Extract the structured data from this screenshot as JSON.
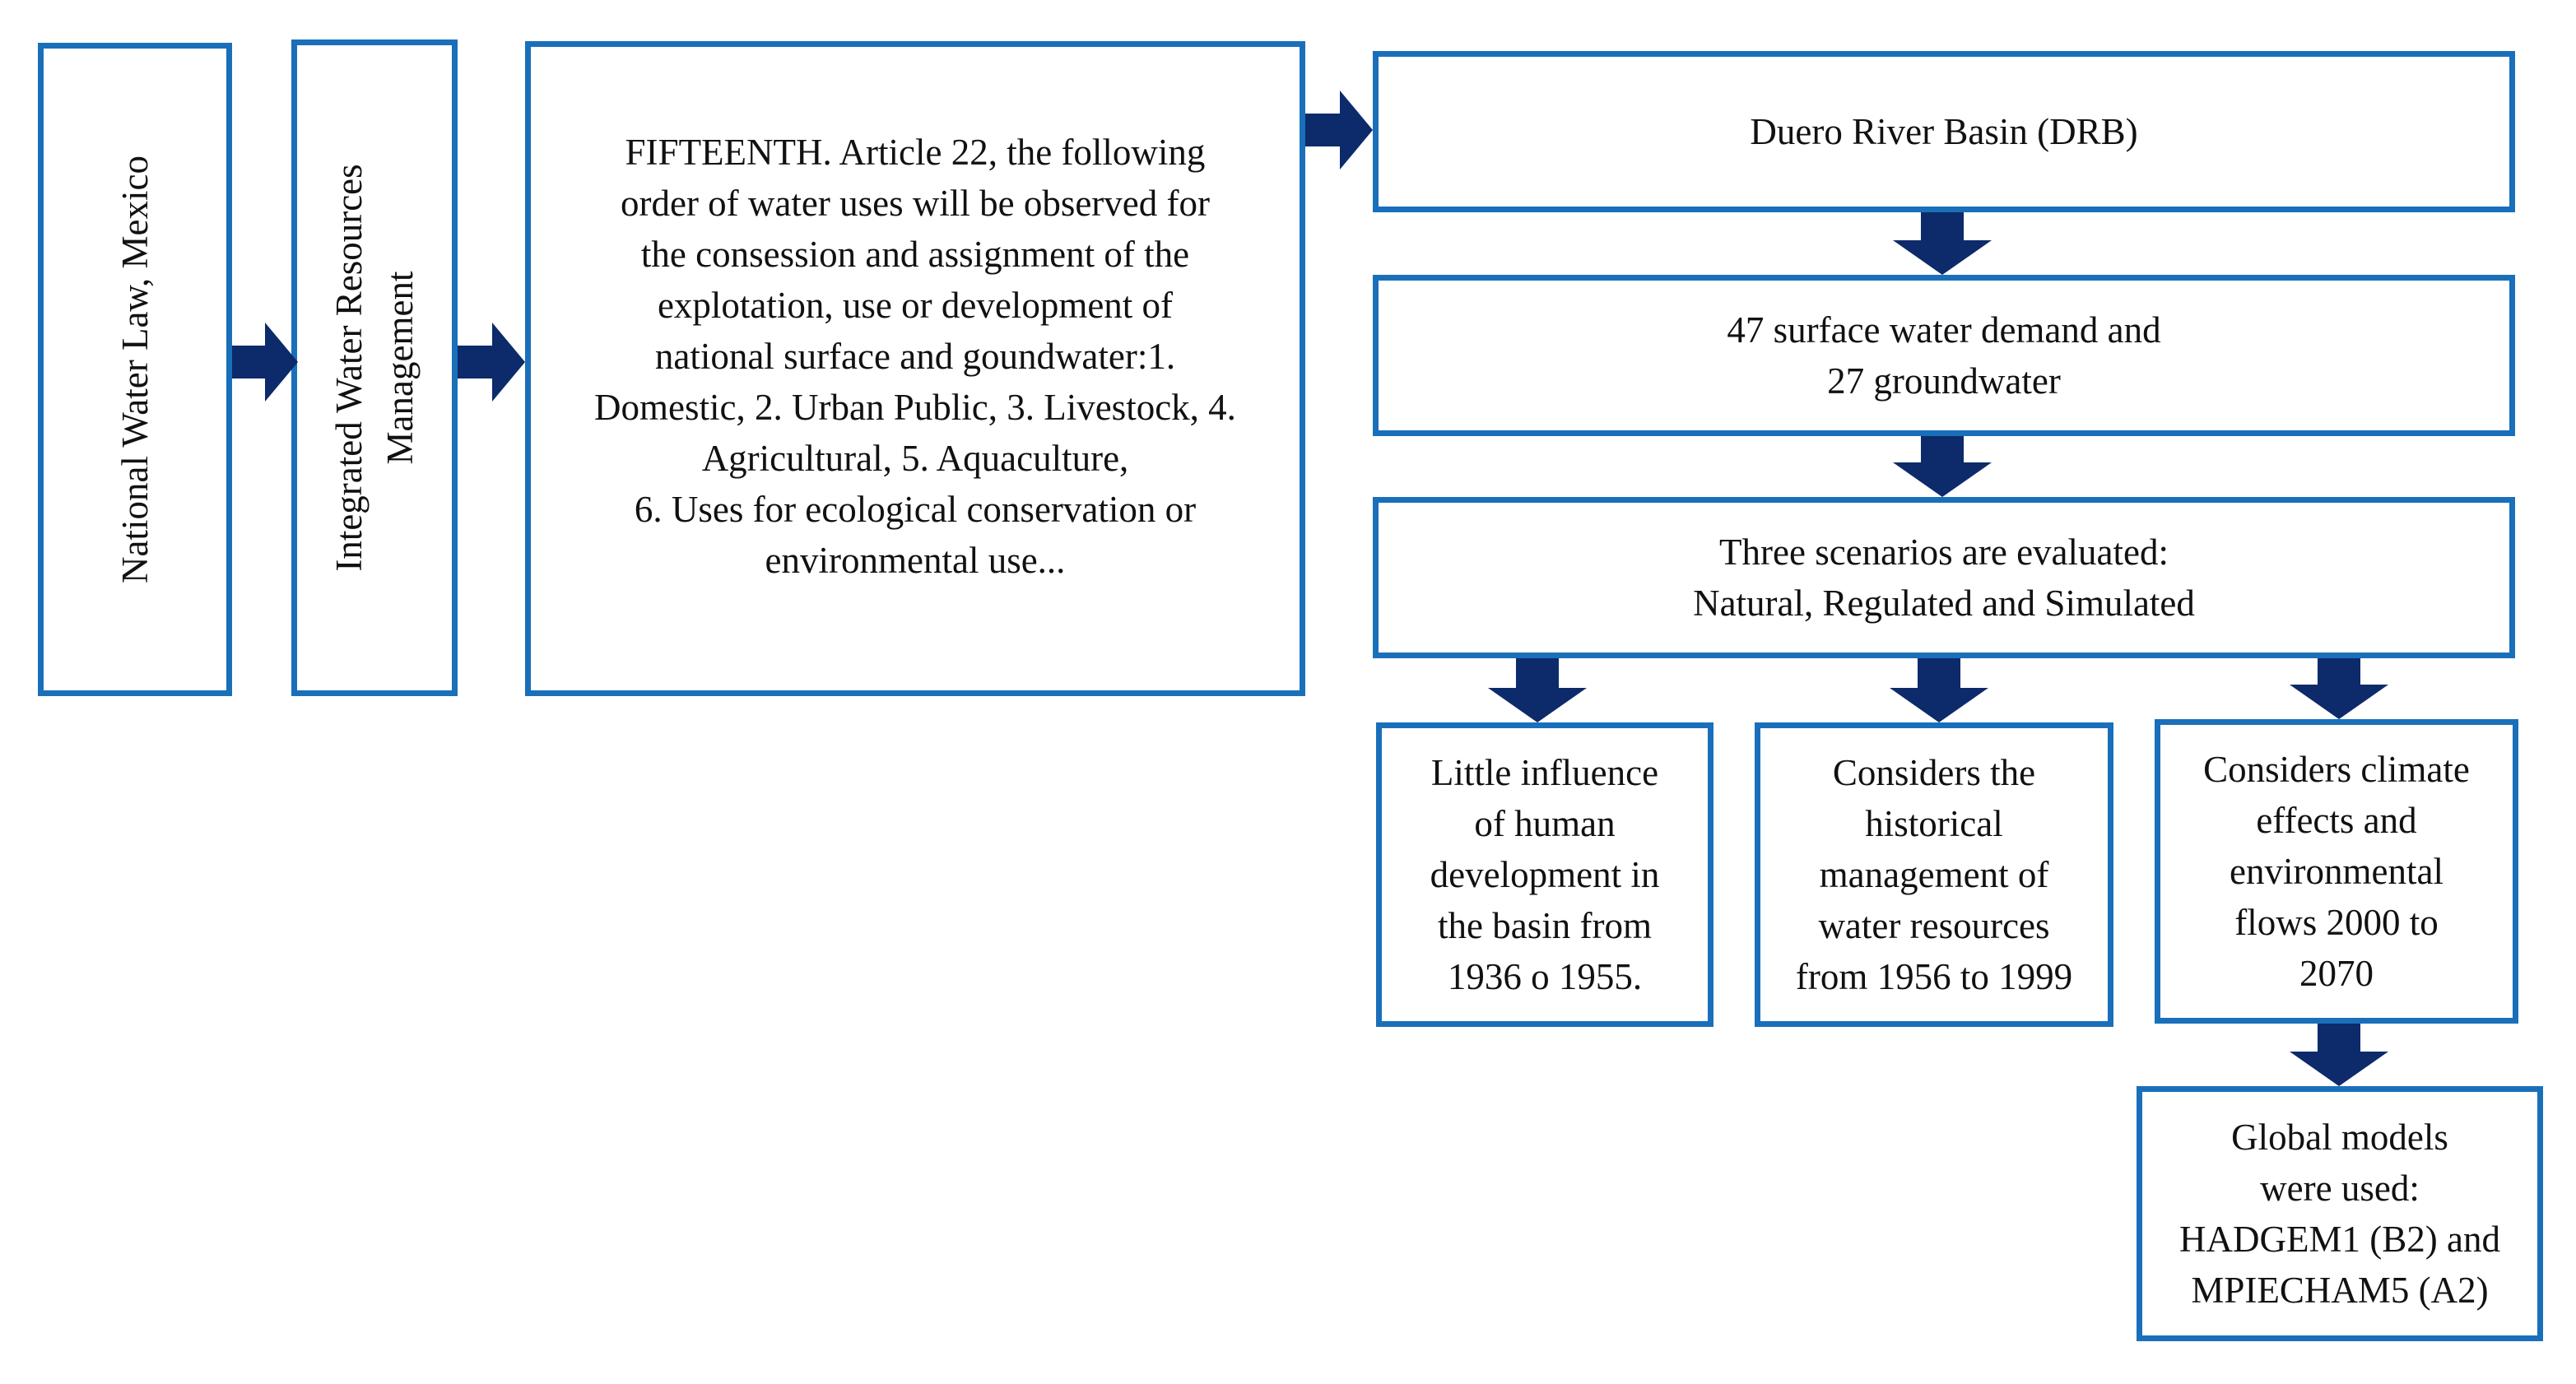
{
  "colors": {
    "box_border": "#1a6fba",
    "arrow_fill": "#0d2a6b",
    "text": "#111111",
    "background": "#ffffff"
  },
  "boxes": {
    "national_water_law": "National Water Law, Mexico",
    "iwrm": "Integrated Water Resources\nManagement",
    "fifteenth_article": "FIFTEENTH. Article 22, the following\norder of water uses will be observed for\nthe consession and assignment of the\nexplotation, use or development of\nnational surface and goundwater:1.\nDomestic, 2. Urban Public, 3. Livestock, 4.\nAgricultural, 5. Aquaculture,\n6. Uses for ecological conservation or\nenvironmental use...",
    "duero_basin": "Duero River Basin (DRB)",
    "water_demand": "47 surface water demand and\n27 groundwater",
    "scenarios": "Three scenarios are evaluated:\nNatural, Regulated and Simulated",
    "natural": "Little influence\nof human\ndevelopment in\nthe basin from\n1936 o 1955.",
    "regulated": "Considers the\nhistorical\nmanagement of\nwater resources\nfrom 1956 to 1999",
    "simulated": "Considers climate\neffects and\nenvironmental\nflows 2000 to\n2070",
    "global_models": "Global models\nwere used:\nHADGEM1 (B2) and\nMPIECHAM5 (A2)"
  }
}
